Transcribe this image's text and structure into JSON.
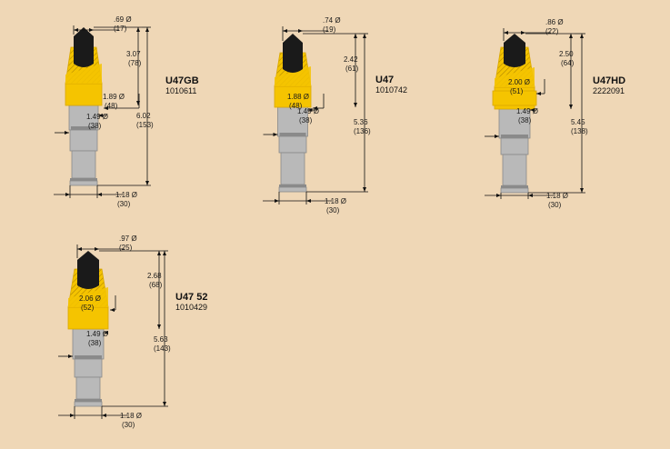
{
  "colors": {
    "background": "#efd7b6",
    "collar": "#f5c400",
    "collar_dark": "#d9a800",
    "steel": "#b9b9b9",
    "steel_dark": "#8a8a8a",
    "carbide": "#1a1a1a"
  },
  "tools": [
    {
      "name": "U47GB",
      "part": "1010611",
      "tip_diameter": ".69 Ø",
      "tip_diameter_mm": "(17)",
      "length_a": "3.07",
      "length_a_mm": "(78)",
      "collar_diameter": "1.89 Ø",
      "collar_diameter_mm": "(48)",
      "shank_diameter": "1.49 Ø",
      "shank_diameter_mm": "(38)",
      "overall_length": "6.02",
      "overall_length_mm": "(153)",
      "base_diameter": "1.18 Ø",
      "base_diameter_mm": "(30)"
    },
    {
      "name": "U47",
      "part": "1010742",
      "tip_diameter": ".74 Ø",
      "tip_diameter_mm": "(19)",
      "length_a": "2.42",
      "length_a_mm": "(61)",
      "collar_diameter": "1.88 Ø",
      "collar_diameter_mm": "(48)",
      "shank_diameter": "1.49 Ø",
      "shank_diameter_mm": "(38)",
      "overall_length": "5.36",
      "overall_length_mm": "(136)",
      "base_diameter": "1.18 Ø",
      "base_diameter_mm": "(30)"
    },
    {
      "name": "U47HD",
      "part": "2222091",
      "tip_diameter": ".86 Ø",
      "tip_diameter_mm": "(22)",
      "length_a": "2.50",
      "length_a_mm": "(64)",
      "collar_diameter": "2.00 Ø",
      "collar_diameter_mm": "(51)",
      "shank_diameter": "1.49 Ø",
      "shank_diameter_mm": "(38)",
      "overall_length": "5.45",
      "overall_length_mm": "(138)",
      "base_diameter": "1.18 Ø",
      "base_diameter_mm": "(30)"
    },
    {
      "name": "U47 52",
      "part": "1010429",
      "tip_diameter": ".97 Ø",
      "tip_diameter_mm": "(25)",
      "length_a": "2.68",
      "length_a_mm": "(68)",
      "collar_diameter": "2.06 Ø",
      "collar_diameter_mm": "(52)",
      "shank_diameter": "1.49 Ø",
      "shank_diameter_mm": "(38)",
      "overall_length": "5.63",
      "overall_length_mm": "(143)",
      "base_diameter": "1.18 Ø",
      "base_diameter_mm": "(30)"
    }
  ]
}
